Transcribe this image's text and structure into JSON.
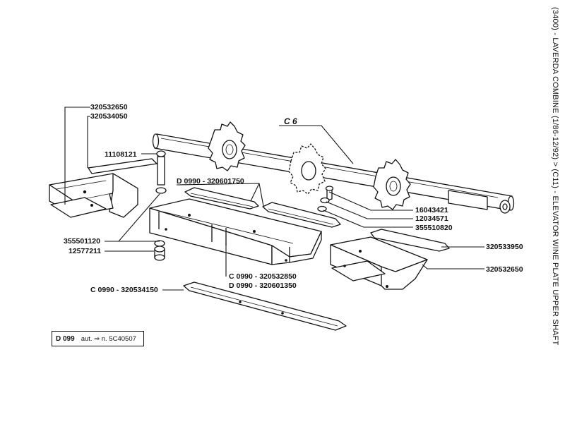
{
  "title": "(3400) - LAVERDA COMBINE (1/86-12/92) > (C11) - ELEVATOR WINE PLATE UPPER SHAFT",
  "group_label": "C 6",
  "ref_box": {
    "code": "D 099",
    "note": "aut. ⇒ n. 5C40507"
  },
  "parts": [
    {
      "id": "p1",
      "label": "320532650"
    },
    {
      "id": "p2",
      "label": "320534050"
    },
    {
      "id": "p3",
      "label": "11108121"
    },
    {
      "id": "p4",
      "label": "D 0990 - 320601750"
    },
    {
      "id": "p5",
      "label": "16043421"
    },
    {
      "id": "p6",
      "label": "12034571"
    },
    {
      "id": "p7",
      "label": "355510820"
    },
    {
      "id": "p8",
      "label": "320533950"
    },
    {
      "id": "p9",
      "label": "320532650"
    },
    {
      "id": "p10",
      "label": "355501120"
    },
    {
      "id": "p11",
      "label": "12577211"
    },
    {
      "id": "p12",
      "label": "C 0990 - 320532850"
    },
    {
      "id": "p13",
      "label": "D 0990 - 320601350"
    },
    {
      "id": "p14",
      "label": "C 0990 - 320534150"
    }
  ]
}
